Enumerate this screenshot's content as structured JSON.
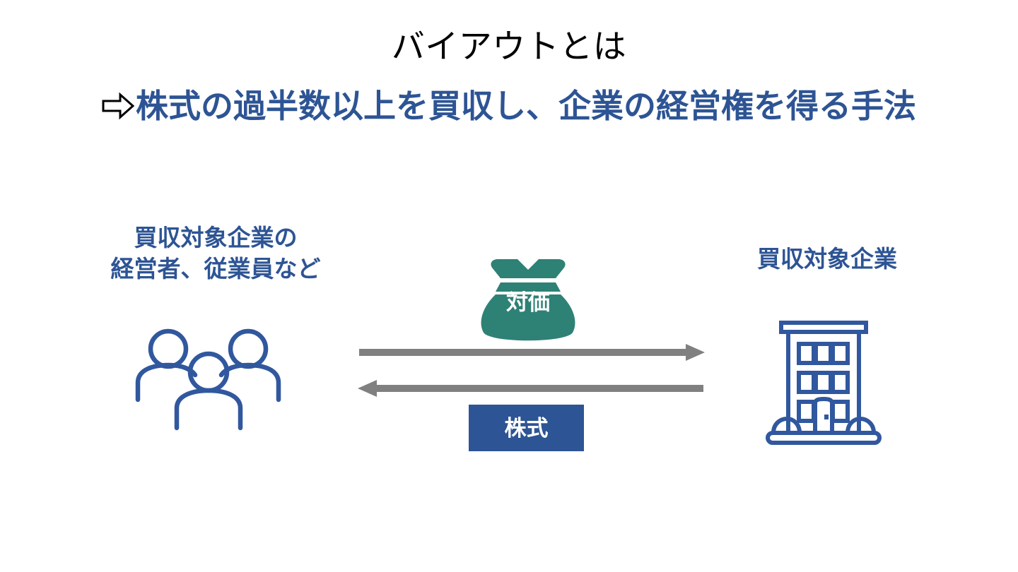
{
  "slide": {
    "title": "バイアウトとは",
    "subtitle": {
      "arrow_glyph": "right-outline-arrow",
      "text": "株式の過半数以上を買収し、企業の経営権を得る手法"
    }
  },
  "diagram": {
    "left_party": {
      "label_line1": "買収対象企業の",
      "label_line2": "経営者、従業員など",
      "icon": "people-group-icon"
    },
    "right_party": {
      "label": "買収対象企業",
      "icon": "office-building-icon"
    },
    "money_bag": {
      "label": "対価",
      "icon": "money-bag-icon"
    },
    "stock_box": {
      "label": "株式"
    },
    "flows": [
      {
        "name": "consideration-flow",
        "direction": "right",
        "meaning": "対価"
      },
      {
        "name": "shares-flow",
        "direction": "left",
        "meaning": "株式"
      }
    ]
  },
  "colors": {
    "title_black": "#000000",
    "accent_blue": "#2d5494",
    "icon_blue": "#31589e",
    "teal": "#2e8175",
    "arrow_gray": "#808080",
    "background": "#ffffff"
  }
}
